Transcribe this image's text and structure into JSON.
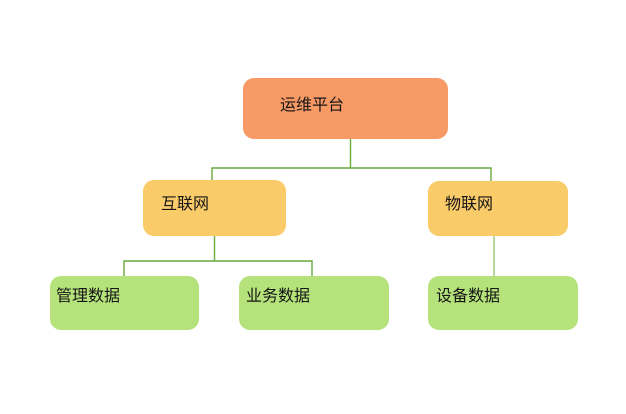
{
  "diagram": {
    "type": "tree",
    "background": "#ffffff",
    "nodes": [
      {
        "id": "ops-platform",
        "label": "运维平台",
        "level": 1,
        "fill": "#f89a65",
        "parent": null
      },
      {
        "id": "internet",
        "label": "互联网",
        "level": 2,
        "fill": "#facb69",
        "parent": "ops-platform"
      },
      {
        "id": "iot",
        "label": "物联网",
        "level": 2,
        "fill": "#facb69",
        "parent": "ops-platform"
      },
      {
        "id": "management-data",
        "label": "管理数据",
        "level": 3,
        "fill": "#b5e27b",
        "parent": "internet"
      },
      {
        "id": "business-data",
        "label": "业务数据",
        "level": 3,
        "fill": "#b5e27b",
        "parent": "internet"
      },
      {
        "id": "device-data",
        "label": "设备数据",
        "level": 3,
        "fill": "#b5e27b",
        "parent": "iot"
      }
    ],
    "edges": [
      {
        "from": "ops-platform",
        "to": "internet"
      },
      {
        "from": "ops-platform",
        "to": "iot"
      },
      {
        "from": "internet",
        "to": "management-data"
      },
      {
        "from": "internet",
        "to": "business-data"
      },
      {
        "from": "iot",
        "to": "device-data"
      }
    ],
    "colors": {
      "root_fill": "#f89a65",
      "branch_fill": "#facb69",
      "leaf_fill": "#b5e27b",
      "connector": "#68a93d",
      "connector_light": "#a7cf89",
      "text": "#151515"
    }
  }
}
